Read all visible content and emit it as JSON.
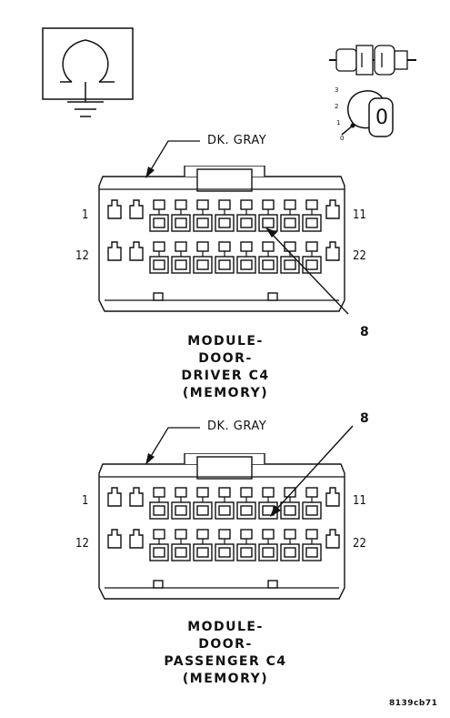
{
  "symbols": {
    "ground_symbol": "ground-icon",
    "key_symbol": "ignition-key-icon"
  },
  "key_positions": [
    "3",
    "2",
    "1",
    "0"
  ],
  "key_label": "0",
  "connectors": [
    {
      "wire_label": "DK. GRAY",
      "pin_top_left": "1",
      "pin_top_right": "11",
      "pin_bottom_left": "12",
      "pin_bottom_right": "22",
      "callout": "8",
      "title_lines": [
        "MODULE-",
        "DOOR-",
        "DRIVER C4",
        "(MEMORY)"
      ]
    },
    {
      "wire_label": "DK. GRAY",
      "pin_top_left": "1",
      "pin_top_right": "11",
      "pin_bottom_left": "12",
      "pin_bottom_right": "22",
      "callout": "8",
      "title_lines": [
        "MODULE-",
        "DOOR-",
        "PASSENGER C4",
        "(MEMORY)"
      ]
    }
  ],
  "figure_code": "8139cb71"
}
